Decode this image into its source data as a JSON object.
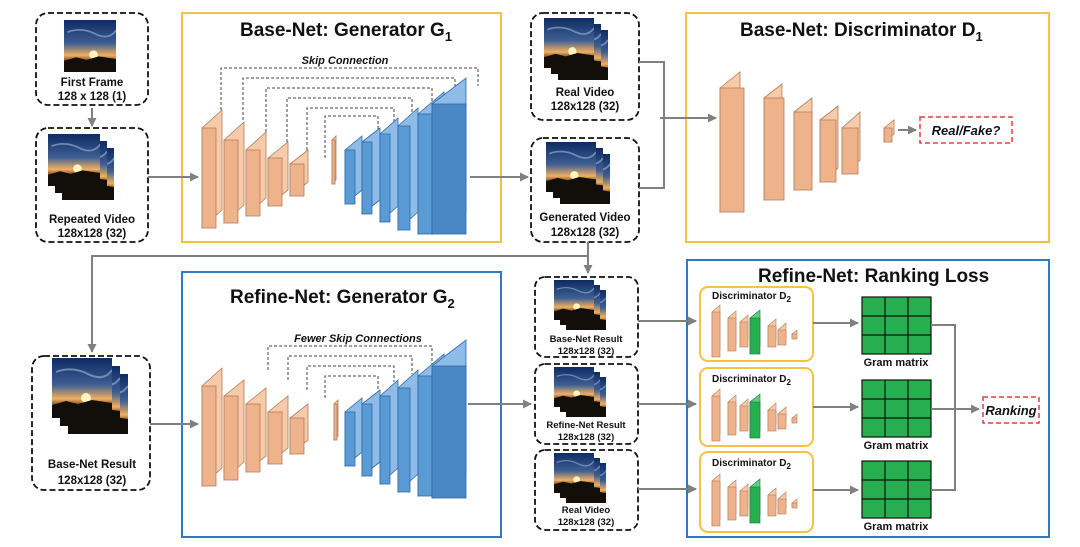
{
  "colors": {
    "yellow_border": "#f5c242",
    "blue_border": "#2f79c5",
    "orange_fill": "#efb38c",
    "blue_fill": "#5b9bd5",
    "green_fill": "#27ae4f",
    "red_dash": "#e53b3b",
    "arrow": "#808080"
  },
  "icons": [
    "sunset-image-icon",
    "video-stack-icon"
  ],
  "base_generator": {
    "title": "Base-Net: Generator G",
    "title_sub": "1",
    "skip_label": "Skip Connection"
  },
  "base_discriminator": {
    "title": "Base-Net: Discriminator D",
    "title_sub": "1",
    "output": "Real/Fake?"
  },
  "refine_generator": {
    "title": "Refine-Net: Generator G",
    "title_sub": "2",
    "skip_label": "Fewer Skip Connections"
  },
  "ranking": {
    "title": "Refine-Net: Ranking Loss",
    "discriminator_label": "Discriminator D",
    "discriminator_sub": "2",
    "gram_label": "Gram matrix",
    "output": "Ranking"
  },
  "inputs": {
    "first_frame": {
      "line1": "First Frame",
      "line2": "128 x 128 (1)"
    },
    "repeated_video": {
      "line1": "Repeated Video",
      "line2": "128x128 (32)"
    },
    "real_video_top": {
      "line1": "Real Video",
      "line2": "128x128 (32)"
    },
    "generated_video": {
      "line1": "Generated Video",
      "line2": "128x128 (32)"
    },
    "base_result_left": {
      "line1": "Base-Net Result",
      "line2": "128x128 (32)"
    },
    "base_result_small": {
      "line1": "Base-Net Result",
      "line2": "128x128 (32)"
    },
    "refine_result_small": {
      "line1": "Refine-Net Result",
      "line2": "128x128 (32)"
    },
    "real_video_small": {
      "line1": "Real Video",
      "line2": "128x128 (32)"
    }
  }
}
